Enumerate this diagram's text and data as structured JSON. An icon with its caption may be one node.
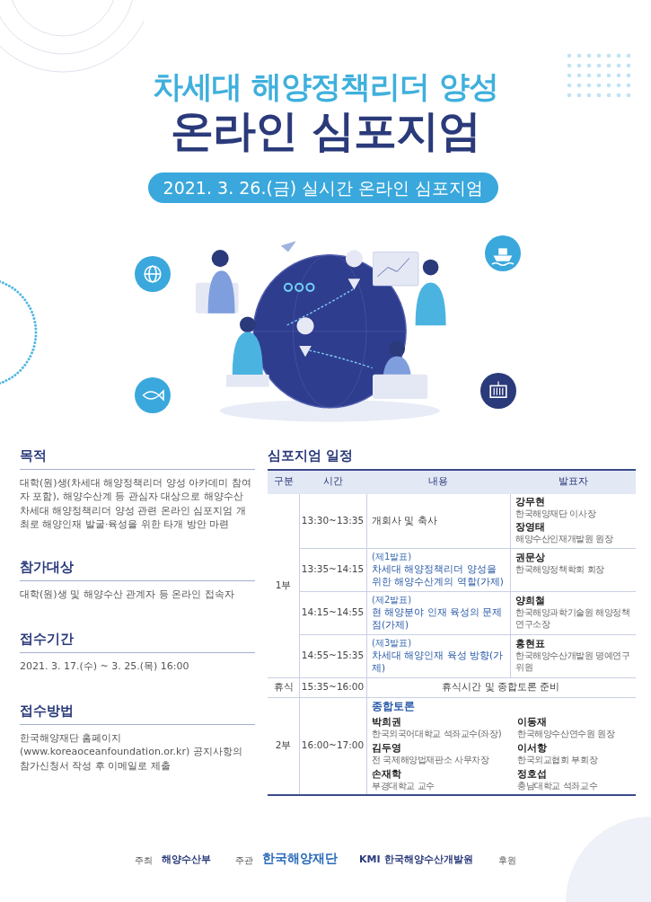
{
  "diagram": {
    "title": "차세대 해양정책리더 양성",
    "labels": [
      "온라인 심포지엄",
      "2021. 3. 26.(금) 실시간 온라인 심포지엄",
      "목적",
      "대학(원)생(차세대 해양정책리더 양성 아카데미 참여자 포함), 해양수산계 등 관심자 대상으로 해양수산 차세대 해양정책리더 양성 관련 온라인 심포지엄 개최로 해양인재 발굴·육성을 위한 타개 방안 마련",
      "참가대상",
      "대학(원)생 및 해양수산 관계자 등 온라인 접속자",
      "접수기간",
      "2021. 3. 17.(수) ~ 3. 25.(목) 16:00",
      "접수방법",
      "한국해양재단 홈페이지(www.koreaoceanfoundation.or.kr) 공지사항의 참가신청서 작성 후 이메일로 제출",
      "심포지엄 일정",
      "구분",
      "시간",
      "내용",
      "발표자",
      "1부",
      "13:30~13:35",
      "개회사 및 축사",
      "강무현",
      "한국해양재단 이사장",
      "장영태",
      "해양수산인재개발원 원장",
      "13:35~14:15",
      "(제1발표)",
      "차세대 해양정책리더 양성을 위한 해양수산계의 역할(가제)",
      "권문상",
      "한국해양정책학회 회장",
      "14:15~14:55",
      "(제2발표)",
      "현 해양분야 인재 육성의 문제점(가제)",
      "양희철",
      "한국해양과학기술원 해양정책연구소장",
      "14:55~15:35",
      "(제3발표)",
      "차세대 해양인재 육성 방향(가제)",
      "홍현표",
      "한국해양수산개발원 명예연구위원",
      "휴식",
      "15:35~16:00",
      "휴식시간 및 종합토론 준비",
      "2부",
      "16:00~17:00",
      "종합토론",
      "박희권",
      "한국외국어대학교 석좌교수(좌장)",
      "이동재",
      "한국해양수산연수원 원장",
      "김두영",
      "전 국제해양법재판소 사무차장",
      "이서항",
      "한국외교협회 부회장",
      "손재학",
      "부경대학교 교수",
      "정호섭",
      "충남대학교 석좌교수",
      "주최",
      "해양수산부",
      "주관",
      "한국해양재단",
      "KMI",
      "한국해양수산개발원",
      "후원"
    ]
  }
}
